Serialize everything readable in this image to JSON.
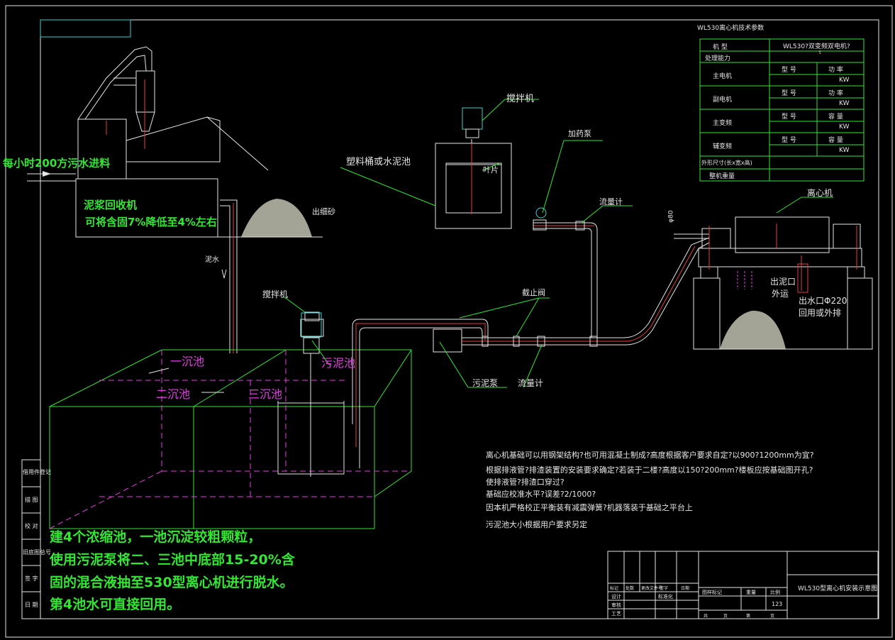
{
  "colors": {
    "frame": "#e6e6e6",
    "green": "#33e633",
    "cyan": "#3fd0d0",
    "red": "#e04040",
    "magenta": "#e040e0",
    "orange": "#ff9060",
    "sand": "#d9d9c8"
  },
  "spec_table": {
    "title": "WL530离心机技术参数",
    "rows": [
      {
        "label": "机    型",
        "value": "WL530?双变频双电机?",
        "sub": ""
      },
      {
        "label": "处理能力",
        "value": "",
        "sub": ""
      },
      {
        "label": "主电机",
        "c1": "型    号",
        "c2": "功    率",
        "c3": "KW"
      },
      {
        "label": "副电机",
        "c1": "型    号",
        "c2": "功    率",
        "c3": "KW"
      },
      {
        "label": "主变频",
        "c1": "型    号",
        "c2": "容    量",
        "c3": "KW"
      },
      {
        "label": "辅变频",
        "c1": "型    号",
        "c2": "容    量",
        "c3": "KW"
      },
      {
        "label": "外形尺寸(长x宽x高)",
        "value": ""
      },
      {
        "label": "整机重量",
        "value": ""
      }
    ],
    "r1_note": "t"
  },
  "labels": {
    "inflow": "每小时200方污水进料",
    "recycler": "泥浆回收机",
    "recycler_note": "可将含固7%降低至4%左右",
    "fine_sand": "出细砂",
    "mud_water": "泥水",
    "mixer_top": "搅拌机",
    "tank_top": "塑料桶或水泥池",
    "blade": "叶片",
    "dosing_pump": "加药泵",
    "flowmeter1": "流量计",
    "centrifuge": "离心机",
    "phi80": "φ80",
    "mud_outlet_1": "出泥口",
    "mud_outlet_2": "外运",
    "water_outlet_1": "出水口Φ220",
    "water_outlet_2": "回用或外排",
    "check_valve": "截止阀",
    "mixer_tank": "搅拌机",
    "pool1": "一沉池",
    "pool2": "二沉池",
    "pool3": "三沉池",
    "pool_sludge": "污泥池",
    "sludge_pump": "污泥泵",
    "flowmeter2": "流量计"
  },
  "notes": [
    "离心机基础可以用钢架结构?也可用混凝土制成?高度根据客户要求自定?以900?1200mm为宜?",
    "根据排液管?排渣装置的安装要求确定?若装于二楼?高度以150?200mm?楼板应按基础图开孔?",
    "使排液管?排渣口穿过?",
    "基础应校准水平?误差?2/1000?",
    "因本机严格校正平衡装有减震弹簧?机器落装于基础之平台上",
    "污泥池大小根据用户要求另定"
  ],
  "big_notes": [
    "建4个浓缩池，一池沉淀较粗颗粒，",
    "使用污泥泵将二、三池中底部15-20%含",
    "固的混合液抽至530型离心机进行脱水。",
    "第4池水可直接回用。"
  ],
  "left_strip": [
    "借用件登记",
    "描    图",
    "校    对",
    "旧底图总号",
    "签    字",
    "日    期"
  ],
  "title_block": {
    "drawing_title": "WL530型离心机安装示意图",
    "scale": "123",
    "headers": [
      "图样标记",
      "重量",
      "比例"
    ],
    "rows": [
      "设计",
      "标准化",
      "审核",
      "工艺"
    ],
    "marks": [
      "标记",
      "处数",
      "更改文件号",
      "签字",
      "日期"
    ],
    "sheet": [
      "共",
      "页",
      "第",
      "页"
    ]
  }
}
